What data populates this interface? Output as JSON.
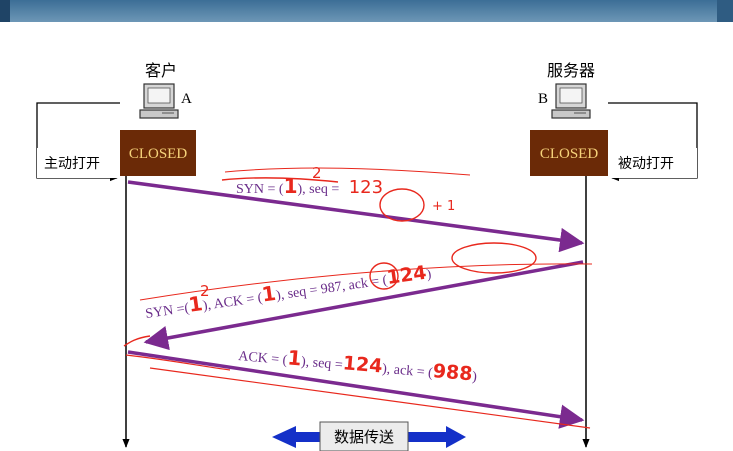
{
  "client": {
    "title": "客户",
    "host_letter": "A",
    "state": "CLOSED",
    "open_label": "主动打开"
  },
  "server": {
    "title": "服务器",
    "host_letter": "B",
    "state": "CLOSED",
    "open_label": "被动打开"
  },
  "messages": [
    {
      "from": "client",
      "parts": {
        "syn_prefix": "SYN = (",
        "syn_value": "1",
        "seq_prefix": "), seq = ",
        "seq_value": "123"
      },
      "handwritten": {
        "syn_note": "2",
        "seq_note": "+ 1"
      }
    },
    {
      "from": "server",
      "parts": {
        "syn_prefix": "SYN =(",
        "syn_value": "1",
        "ack_prefix": "), ACK = (",
        "ack_value": "1",
        "seq_prefix": "), seq = 987, ack = (",
        "ack_number": "124",
        "close": ")"
      },
      "handwritten": {
        "syn_note": "2"
      }
    },
    {
      "from": "client",
      "parts": {
        "ack_prefix": "ACK = (",
        "ack_value": "1",
        "seq_prefix": "), seq =",
        "seq_value": "124",
        "ack_mid": "), ack = (",
        "ack_number": "988",
        "close": ")"
      }
    }
  ],
  "data_transfer": {
    "label": "数据传送"
  },
  "colors": {
    "message_arrow": "#7b2a8f",
    "message_text": "#6a2d8a",
    "annotation": "#e8281d",
    "state_box": "#6b2a07",
    "state_text": "#f6d27a",
    "data_arrow": "#1430c8"
  }
}
